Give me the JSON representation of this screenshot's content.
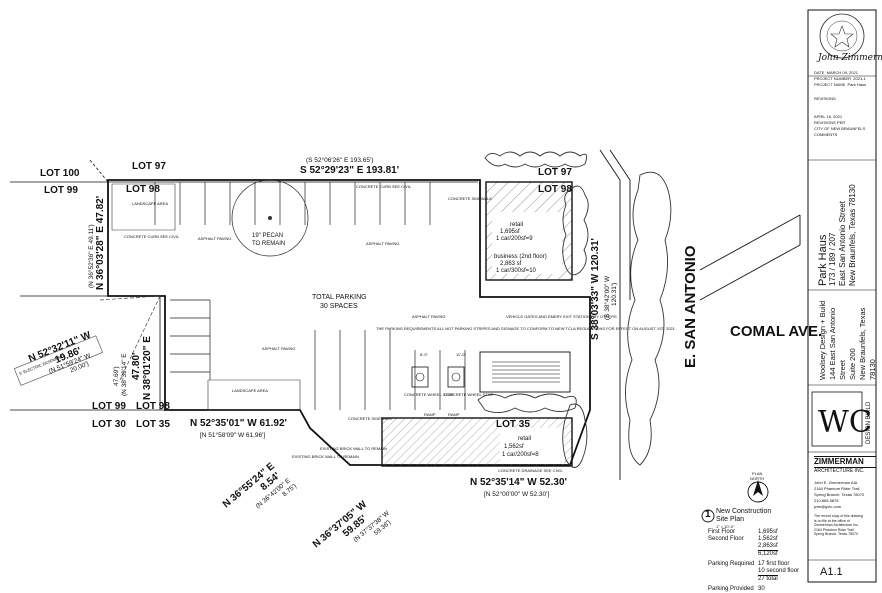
{
  "lots": {
    "lot100": "LOT 100",
    "lot99_top": "LOT 99",
    "lot97_left": "LOT 97",
    "lot98_left": "LOT 98",
    "lot97_right": "LOT 97",
    "lot98_right": "LOT 98",
    "lot99_bottom": "LOT 99",
    "lot98_bottom": "LOT 98",
    "lot30": "LOT 30",
    "lot35_left": "LOT 35",
    "lot35_right": "LOT 35"
  },
  "bearings": {
    "top_main": "S 52°29'23\" E 193.81'",
    "top_sub": "(S 52°06'26\" E 193.65')",
    "left_main": "N 36°03'28\" E 47.82'",
    "left_sub": "(N 36°52'36\" E 49.11')",
    "nw_main1": "N 52°32'11\" W",
    "nw_main2": "19.86'",
    "nw_sub1": "(N 51°59'24\" W",
    "nw_sub2": "20.00')",
    "mid_main1": "N 38°01'20\" E",
    "mid_main2": "47.80'",
    "mid_sub1": "(N 38°39'14\" E",
    "mid_sub2": "47.69')",
    "lower_main": "N 52°35'01\" W 61.92'",
    "lower_sub": "[N 51°58'09\" W 61.96']",
    "sw1_main1": "N 36°55'24\" E",
    "sw1_main2": "8.54'",
    "sw1_sub1": "(N 36°42'00\" E",
    "sw1_sub2": "8.75')",
    "sw2_main1": "N 36°37'05\" W",
    "sw2_main2": "59.85'",
    "sw2_sub1": "(N 37°37'38\" W",
    "sw2_sub2": "59.36')",
    "bottom_main": "N 52°35'14\" W 52.30'",
    "bottom_sub": "[N 52°00'00\" W 52.30']",
    "right_main": "S 38°03'33\" W 120.31'",
    "right_sub1": "(S 38°42'00\" W",
    "right_sub2": "120.31')"
  },
  "site": {
    "pecan1": "19\" PECAN",
    "pecan2": "TO REMAIN",
    "parking1": "TOTAL PARKING",
    "parking2": "30 SPACES",
    "landscape_area": "LANDSCAPE AREA",
    "concrete_curb": "CONCRETE CURB SEE CIVIL",
    "asphalt_paving": "ASPHALT PAVING",
    "concrete_sidewalk": "CONCRETE SIDEWALK",
    "existing_wall1": "EXISTING BRICK WALL TO REMAIN",
    "existing_wall2": "EXISTING BRICK WALL TO REMAIN",
    "concrete_drainage": "CONCRETE DRAINAGE  SEE CIVIL",
    "vehicle_gates": "VEHICLE GATES AND EMERY EXIT STATIONS BY OTHERS",
    "wheel_stop1": "CONCRETE WHEEL STOP",
    "wheel_stop2": "CONCRETE WHEEL STOP",
    "ramp1": "RAMP",
    "ramp2": "RAMP",
    "parking_note": "THE PARKING REQUIREMENTS ALL NOT PARKING STRIPES AND SIGNAGE TO CONFORM TO NEW TCLA REGULATIONS FOR EFFECT ON AUGUST 1ST, 2021",
    "dim1": "8'-0\"",
    "dim2": "11'-0\"",
    "easement": "5' ELECTRIC EASEMENT"
  },
  "buildings": {
    "north_retail1": "retail",
    "north_retail2": "1,695sf",
    "north_retail3": "1 car/200sf=9",
    "north_business1": "business (2nd floor)",
    "north_business2": "2,863 sf",
    "north_business3": "1 car/300sf=10",
    "south_retail1": "retail",
    "south_retail2": "1,562sf",
    "south_retail3": "1 car/200sf=8"
  },
  "streets": {
    "e_san_antonio": "E. SAN ANTONIO",
    "comal": "COMAL AVE."
  },
  "north_arrow": {
    "label1": "PLAN",
    "label2": "NORTH"
  },
  "drawing_note": {
    "number": "1",
    "title1": "New Construction",
    "title2": "Site Plan",
    "scale": "1\" = 10'-0\"",
    "rows": [
      {
        "label": "First Floor",
        "value": "1,695sf"
      },
      {
        "label": "Second Floor",
        "value": "1,562sf"
      },
      {
        "label": "",
        "value": "2,863sf"
      },
      {
        "label": "",
        "value": "6,120sf"
      },
      {
        "label": "Parking Required",
        "value": "17 first floor"
      },
      {
        "label": "",
        "value": "10 second floor"
      },
      {
        "label": "",
        "value": "27 total"
      },
      {
        "label": "Parking Provided",
        "value": "30"
      }
    ]
  },
  "title_block": {
    "signature": "John Zimmerman, AIA",
    "meta_label1": "DATE",
    "meta_value1": "MARCH 09, 2021",
    "meta_label2": "PROJECT NUMBER",
    "meta_value2": "2021-1",
    "meta_label3": "PROJECT NAME",
    "meta_value3": "Park Haus",
    "revisions": "REVISIONS",
    "rev_date": "APRIL 16, 2021",
    "rev_note1": "REVISIONS PER",
    "rev_note2": "CITY OF NEW BRAUNFELS COMMENTS",
    "project_name": "Park Haus",
    "project_addr1": "173 / 189 / 207",
    "project_addr2": "East San Antonio Street",
    "project_addr3": "New Braunfels, Texas 78130",
    "client1": "Woolsey Design + Build",
    "client2": "144 East San Antonio Street",
    "client3": "Suite 200",
    "client4": "New Braunfels, Texas 78130",
    "logo_side": "DESIGN BUILD",
    "architect1": "ZIMMERMAN",
    "architect2": "ARCHITECTURE INC.",
    "arch_addr1": "John E. Zimmerman AIA",
    "arch_addr2": "2164 Phantom Rider Trail",
    "arch_addr3": "Spring Branch, Texas  78070",
    "arch_addr4": "210.865.5876",
    "arch_addr5": "jzim@gvtc.com",
    "copyright1": "The record copy of this drawing",
    "copyright2": "is on file at the office of",
    "copyright3": "Zimmerman Architecture Inc.",
    "copyright4": "2164 Phantom Rider Trail",
    "copyright5": "Spring Branch, Texas  78070",
    "sheet_number": "A1.1"
  },
  "colors": {
    "ink": "#111111",
    "hatch": "#555555",
    "tree": "#333333"
  }
}
